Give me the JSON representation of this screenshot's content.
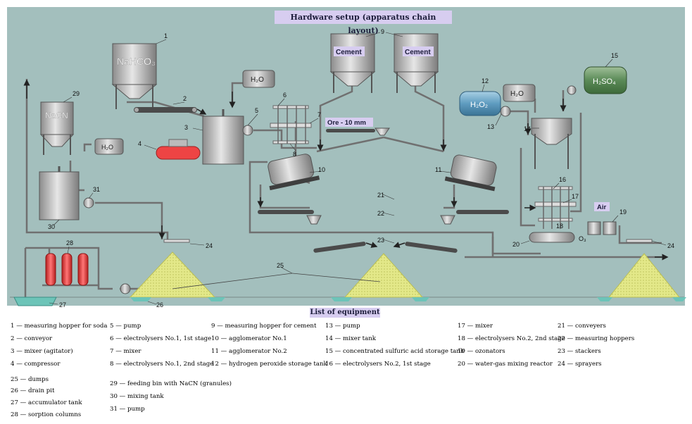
{
  "header": {
    "title": "Hardware setup (apparatus chain layout)"
  },
  "labels": {
    "nahco3": "NaHCO₃",
    "nacn": "NaCN",
    "h2o": "H₂O",
    "h2o2": "H₂O₂",
    "h2so4": "H₂SO₄",
    "cement": "Cement",
    "ore": "Ore - 10 mm",
    "air": "Air",
    "o3": "O₃"
  },
  "numbers": [
    "1",
    "2",
    "3",
    "4",
    "5",
    "6",
    "7",
    "8",
    "9",
    "10",
    "11",
    "12",
    "13",
    "14",
    "15",
    "16",
    "17",
    "18",
    "19",
    "20",
    "21",
    "22",
    "23",
    "24",
    "25",
    "26",
    "27",
    "28",
    "29",
    "30",
    "31"
  ],
  "legend": {
    "title": "List of equipment",
    "items": [
      "1 — measuring hopper for soda",
      "2 — conveyor",
      "3 — mixer (agitator)",
      "4 — compressor",
      "5 — pump",
      "6 — electrolysers No.1, 1st stage",
      "7 — mixer",
      "8 — electrolysers No.1, 2nd stage",
      "9 — measuring hopper for cement",
      "10 — agglomerator No.1",
      "11 — agglomerator No.2",
      "12 — hydrogen peroxide storage tank",
      "13 — pump",
      "14 — mixer tank",
      "15 — concentrated sulfuric acid storage tank",
      "16 — electrolysers No.2, 1st stage",
      "17 — mixer",
      "18 — electrolysers No.2, 2nd stage",
      "19 — ozonators",
      "20 — water-gas mixing reactor",
      "21 — conveyers",
      "22 — measuring hoppers",
      "23 — stackers",
      "24 — sprayers",
      "25 — dumps",
      "26 — drain pit",
      "27 — accumulator tank",
      "28 — sorption columns",
      "29 — feeding bin with NaCN (granules)",
      "30 — mixing tank",
      "31 — pump"
    ]
  },
  "colors": {
    "background": "#a3bfbd",
    "pipe": "#707070",
    "heap": "#e3e889",
    "water": "#6cc4b8",
    "tank_metal": "#c8c8c8",
    "column_red": "#e33a3a",
    "header_bg": "#d7cdf0"
  }
}
